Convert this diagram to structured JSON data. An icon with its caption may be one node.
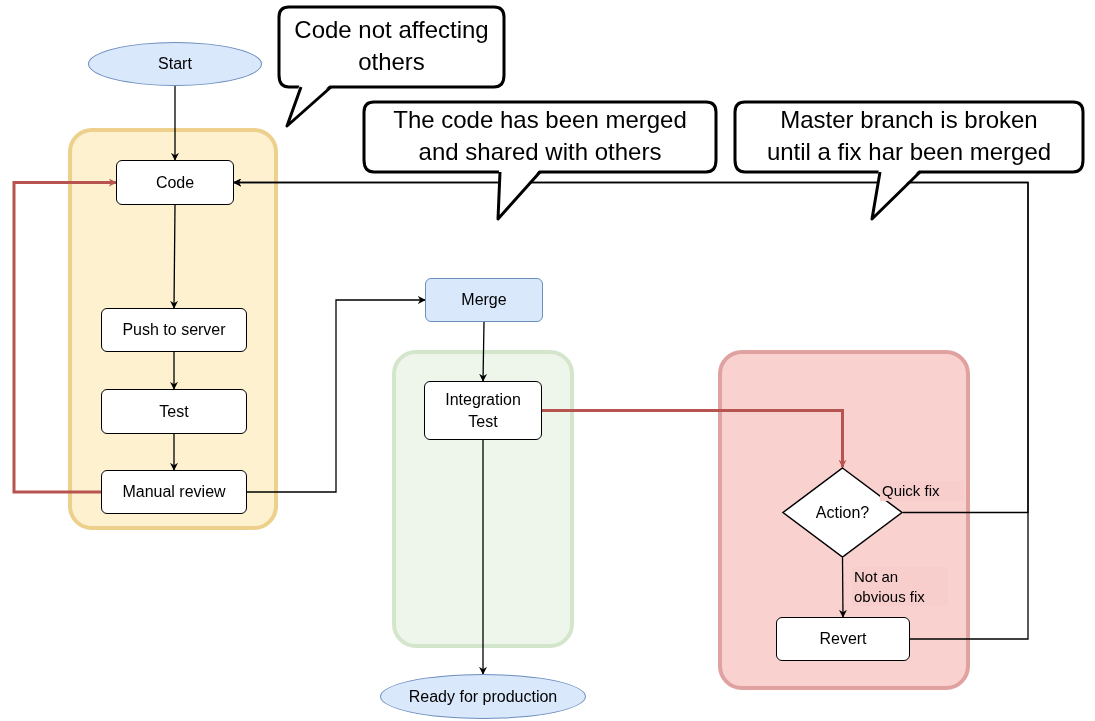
{
  "diagram": {
    "nodes": [
      {
        "text": [
          "Start"
        ]
      },
      {
        "text": [],
        "shape": "box"
      },
      {
        "text": [
          "Code"
        ],
        "in": 1
      },
      {
        "text": [
          "Push to server"
        ],
        "in": 1
      },
      {
        "text": [
          "Test"
        ],
        "in": 1
      },
      {
        "text": [
          "Manual review"
        ],
        "in": 1
      },
      {
        "text": [
          "Merge"
        ]
      },
      {
        "text": [],
        "shape": "box"
      },
      {
        "text": [
          "Integration Test"
        ],
        "in": 7
      },
      {
        "text": [
          "Ready for production"
        ]
      },
      {
        "text": [],
        "shape": "box"
      },
      {
        "text": [
          "Action?"
        ],
        "in": 10
      },
      {
        "text": [
          "Revert"
        ],
        "in": 10
      },
      {
        "text": [
          "Code not affecting others"
        ]
      },
      {
        "text": [
          "The code has been merged and shared with others"
        ]
      },
      {
        "text": [
          "Master branch is broken until a fix har been merged"
        ]
      }
    ],
    "edges": [
      {
        "from": 0,
        "to": 2,
        "arrow": "to"
      },
      {
        "from": 2,
        "to": 3,
        "arrow": "to"
      },
      {
        "from": 3,
        "to": 4,
        "arrow": "to"
      },
      {
        "from": 4,
        "to": 5,
        "arrow": "to"
      },
      {
        "from": 5,
        "to": 2,
        "arrow": "to",
        "style": "thick",
        "color": "#b85450"
      },
      {
        "from": 5,
        "to": 6,
        "arrow": "to"
      },
      {
        "from": 6,
        "to": 8,
        "arrow": "to"
      },
      {
        "from": 8,
        "to": 9,
        "arrow": "to"
      },
      {
        "from": 8,
        "to": 11,
        "arrow": "to",
        "style": "thick",
        "color": "#b85450"
      },
      {
        "from": 11,
        "to": 2,
        "arrow": "to",
        "label": "Quick fix"
      },
      {
        "from": 11,
        "to": 12,
        "arrow": "to",
        "label": "Not an obvious fix"
      },
      {
        "from": 12,
        "to": 2,
        "arrow": "to"
      }
    ]
  }
}
